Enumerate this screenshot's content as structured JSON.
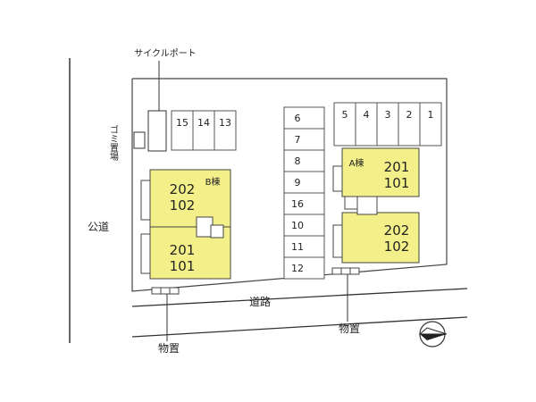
{
  "labels": {
    "cycle_port": "サイクルポート",
    "garbage": "ゴミ置場",
    "public_road": "公道",
    "road": "道路",
    "storage_left": "物置",
    "storage_right": "物置"
  },
  "buildings": {
    "a": {
      "name": "A棟",
      "upper": {
        "top": "201",
        "bottom": "101"
      },
      "lower": {
        "top": "202",
        "bottom": "102"
      }
    },
    "b": {
      "name": "B棟",
      "upper": {
        "top": "202",
        "bottom": "102"
      },
      "lower": {
        "top": "201",
        "bottom": "101"
      }
    }
  },
  "parking": {
    "top_left": [
      "15",
      "14",
      "13"
    ],
    "middle": [
      "6",
      "7",
      "8",
      "9",
      "16",
      "10",
      "11",
      "12"
    ],
    "top_right": [
      "5",
      "4",
      "3",
      "2",
      "1"
    ]
  },
  "colors": {
    "building_fill": "#f3f08a",
    "line": "#333333"
  },
  "icons": {
    "north_arrow": "north-arrow-icon"
  }
}
